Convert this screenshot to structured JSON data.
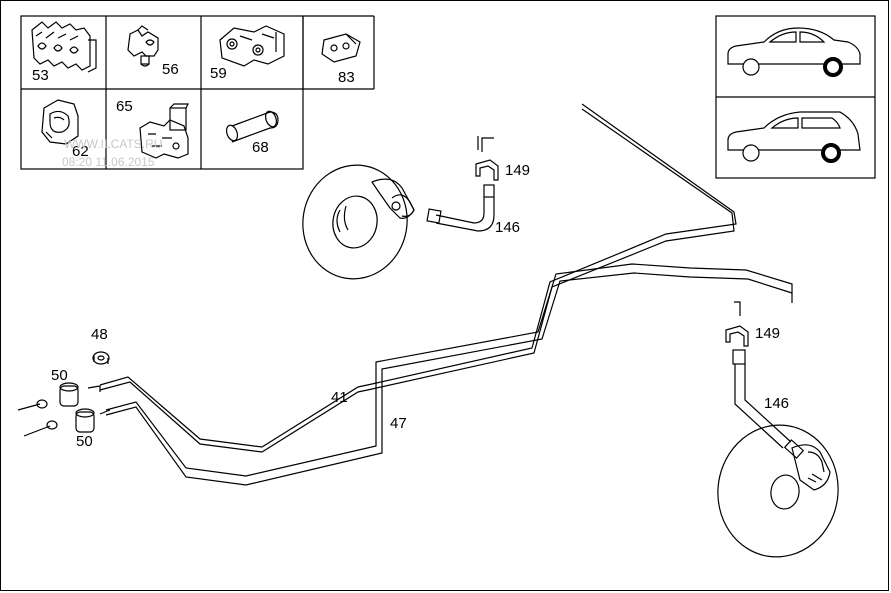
{
  "parts_table": {
    "cells": [
      {
        "label": "53"
      },
      {
        "label": "56"
      },
      {
        "label": "59"
      },
      {
        "label": "83"
      },
      {
        "label": "62"
      },
      {
        "label": "65"
      },
      {
        "label": "68"
      }
    ]
  },
  "vehicle_variants": [
    {
      "icon": "sedan-icon"
    },
    {
      "icon": "wagon-icon"
    }
  ],
  "callouts": {
    "c149_top": "149",
    "c146_top": "146",
    "c149_right": "149",
    "c146_right": "146",
    "c48": "48",
    "c50_top": "50",
    "c50_bottom": "50",
    "c41": "41",
    "c47": "47"
  },
  "watermark": {
    "line1": "WWW.ILCATS.RU",
    "line2": "08:20 11.06.2015"
  },
  "colors": {
    "line": "#000000",
    "watermark": "#c8c8c8",
    "background": "#ffffff"
  }
}
